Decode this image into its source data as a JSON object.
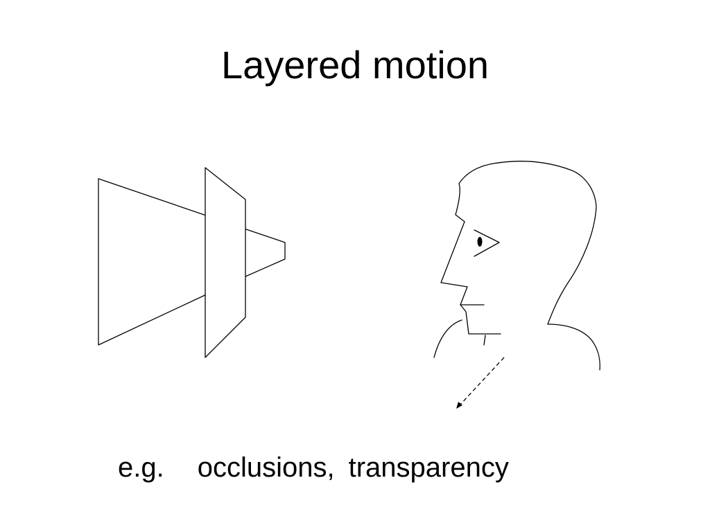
{
  "slide": {
    "title": "Layered motion",
    "caption": {
      "prefix": "e.g.",
      "item1": "occlusions,",
      "item2": "transparency"
    }
  },
  "colors": {
    "background": "#ffffff",
    "stroke": "#000000"
  }
}
